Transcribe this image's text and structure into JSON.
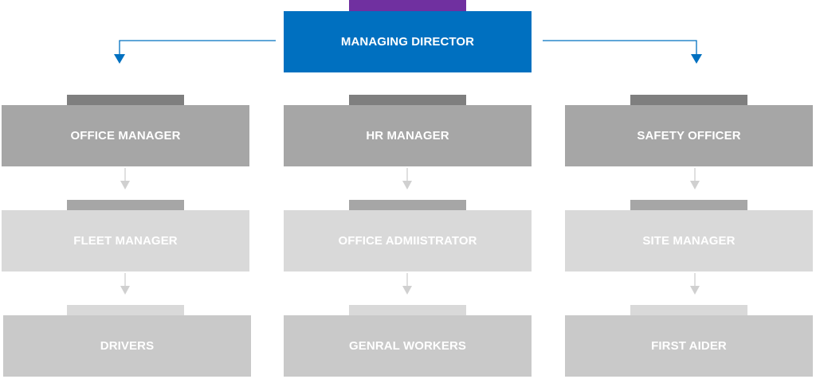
{
  "org_chart": {
    "managing_director": "MANAGING DIRECTOR",
    "columns": [
      {
        "level2": "OFFICE MANAGER",
        "level3": "FLEET MANAGER",
        "level4": "DRIVERS"
      },
      {
        "level2": "HR MANAGER",
        "level3": "OFFICE ADMIISTRATOR",
        "level4": "GENRAL WORKERS"
      },
      {
        "level2": "SAFETY OFFICER",
        "level3": "SITE MANAGER",
        "level4": "FIRST AIDER"
      }
    ]
  },
  "colors": {
    "top_box": "#0070c0",
    "top_tab": "#7030a0",
    "connector_blue": "#0070c0",
    "connector_grey": "#d0d0d0"
  }
}
